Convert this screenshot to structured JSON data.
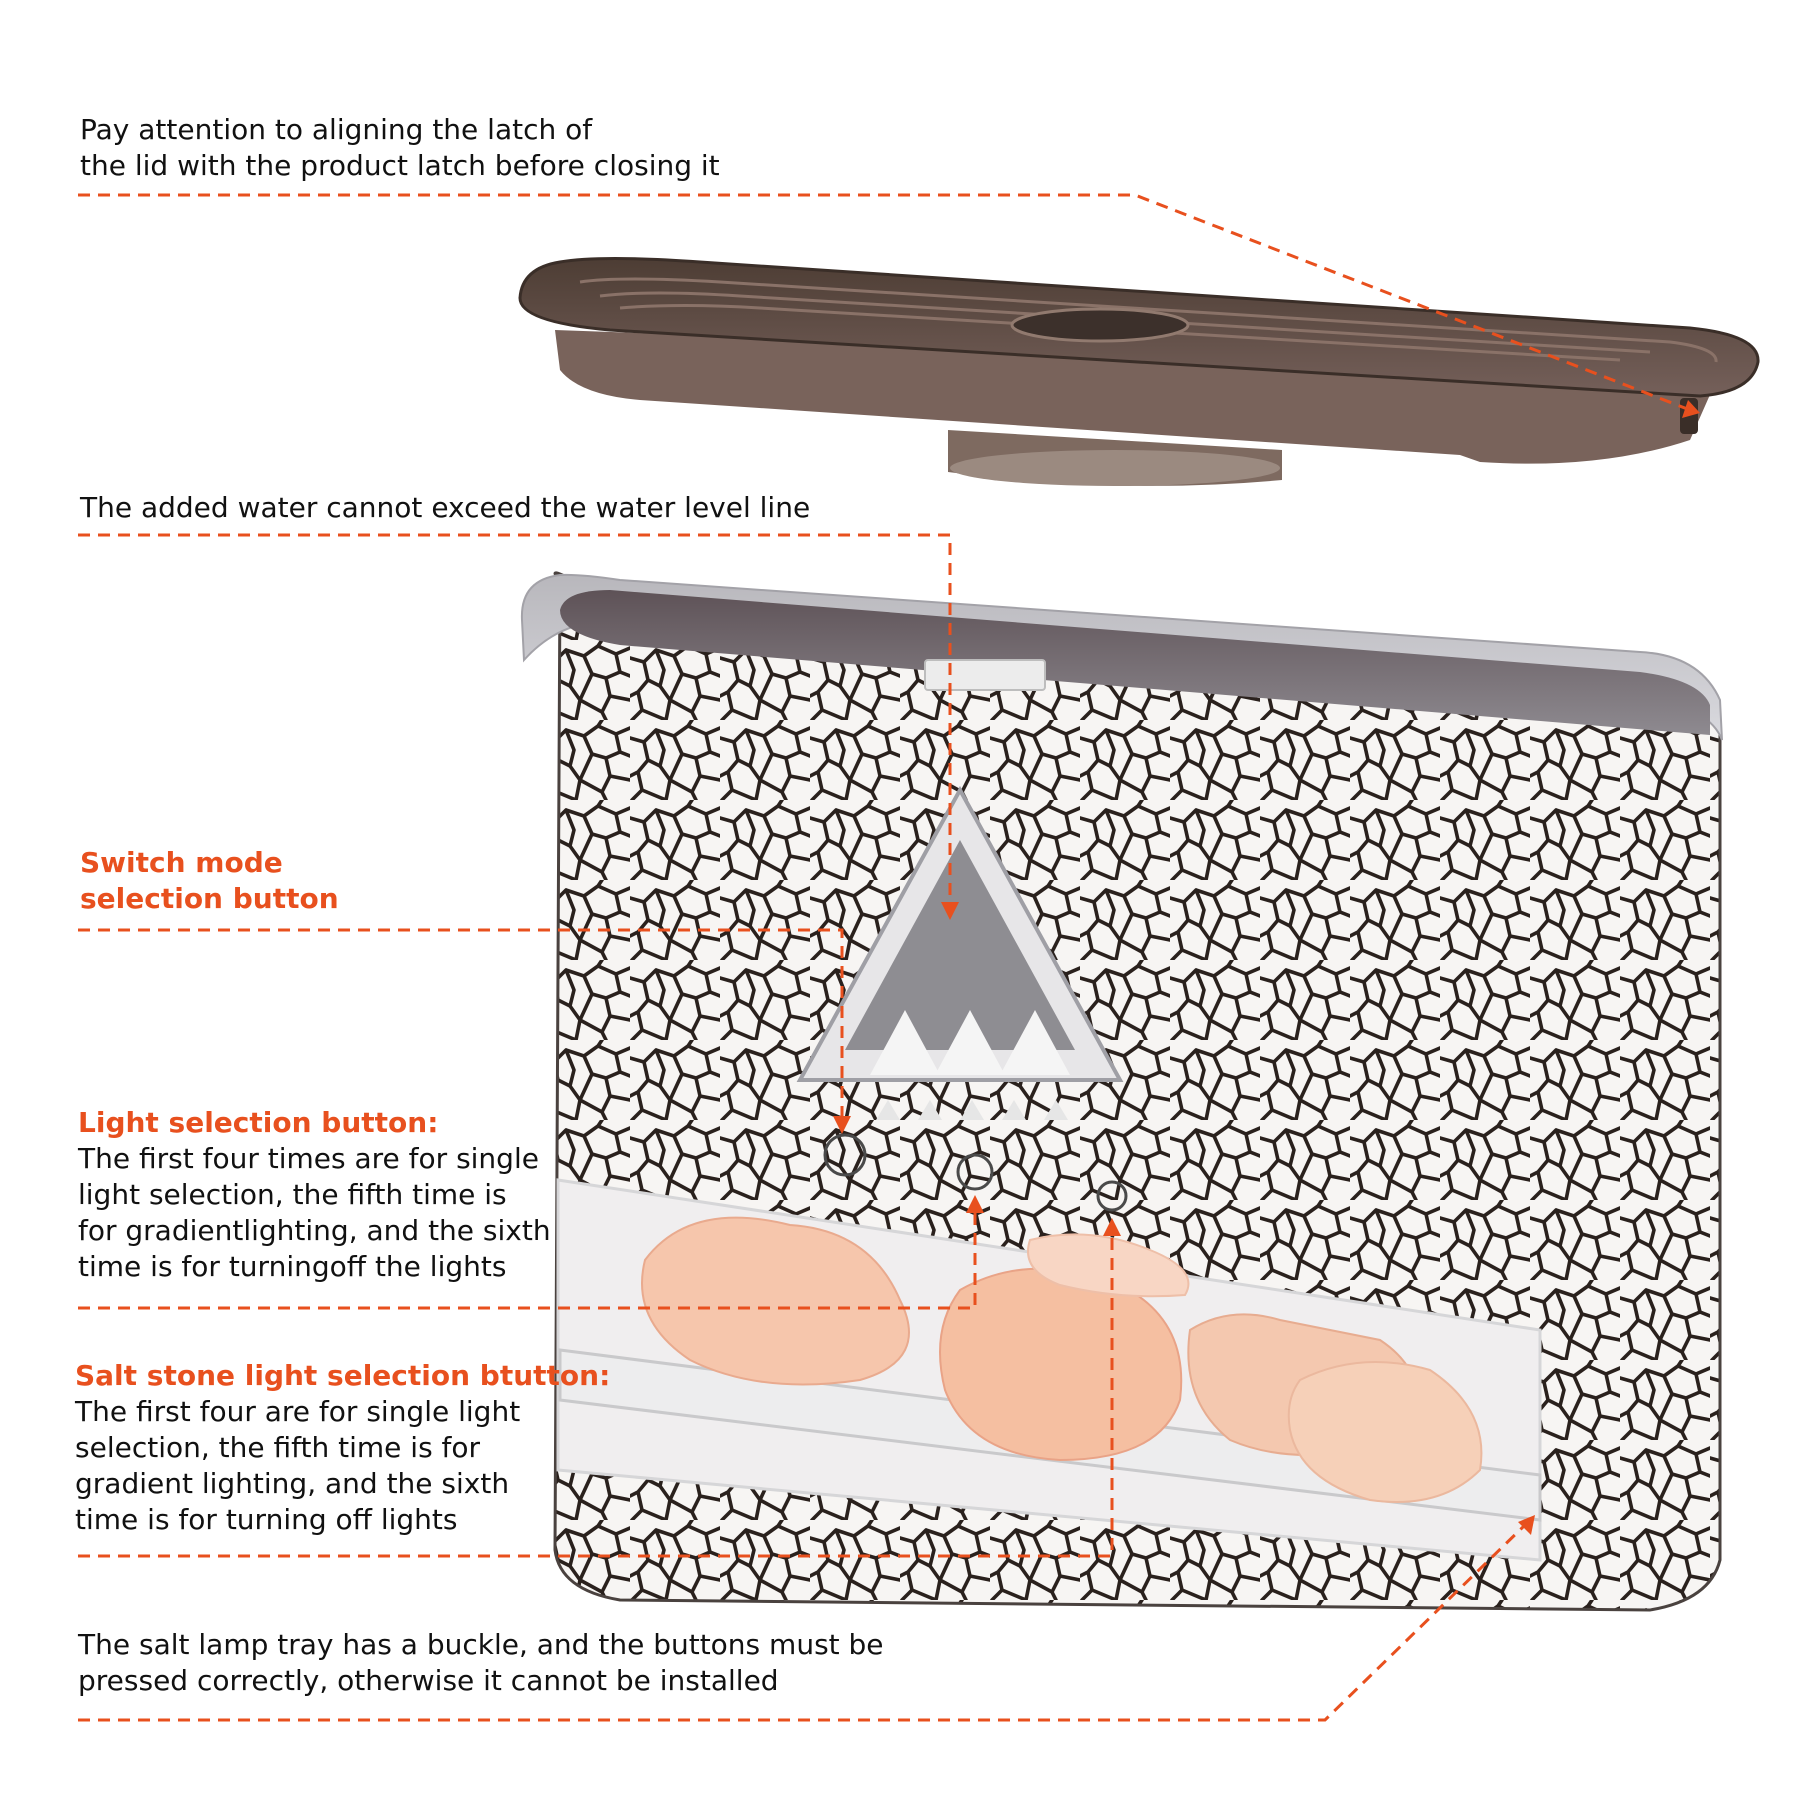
{
  "colors": {
    "accent": "#E8501E",
    "text": "#111111",
    "lid": "#5E4A3F",
    "body_crackle": "#2A211D",
    "body_base": "#F7F5F3",
    "salt_stone": "#F4C3A8"
  },
  "callouts": {
    "lid_latch": {
      "lines": [
        "Pay attention to aligning the latch of",
        "the lid with the product latch before closing it"
      ]
    },
    "water_level": {
      "lines": [
        "The added water cannot exceed the water level line"
      ]
    },
    "switch_mode": {
      "heading_lines": [
        "Switch mode",
        "selection button"
      ]
    },
    "light_selection": {
      "heading": "Light selection button:",
      "lines": [
        "The first four times are for single",
        "light selection, the fifth time is",
        "for gradientlighting, and the sixth",
        "time is for turningoff the lights"
      ]
    },
    "salt_stone": {
      "heading": "Salt stone light selection btutton:",
      "lines": [
        "The first four are for single light",
        "selection, the fifth time is for",
        "gradient lighting, and the sixth",
        "time is for turning off lights"
      ]
    },
    "tray_buckle": {
      "lines": [
        "The salt lamp tray has a buckle, and the buttons must be",
        "pressed correctly, otherwise it cannot be installed"
      ]
    }
  }
}
